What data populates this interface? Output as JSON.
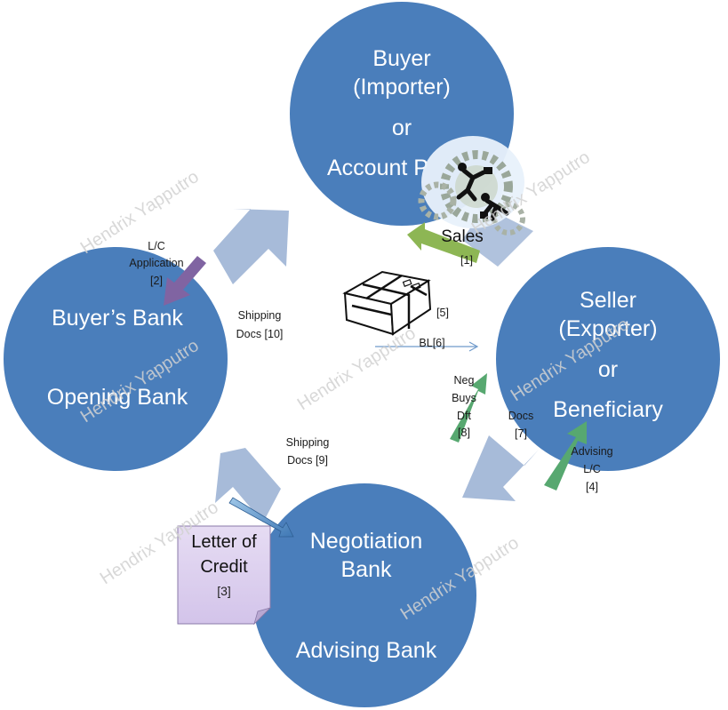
{
  "entities": {
    "buyer": {
      "line1": "Buyer",
      "line2": "(Importer)",
      "line3": "or",
      "line4": "Account P"
    },
    "seller": {
      "line1": "Seller",
      "line2": "(Exporter)",
      "line3": "or",
      "line4": "Beneficiary"
    },
    "buyers_bank": {
      "line1": "Buyer’s Bank",
      "line2": "Opening Bank"
    },
    "negotiation_bank": {
      "line1": "Negotiation",
      "line2": "Bank",
      "line3": "Advising Bank"
    }
  },
  "steps": {
    "sales": {
      "label": "Sales",
      "num": "[1]"
    },
    "lc_application": {
      "line1": "L/C",
      "line2": "Application",
      "num": "[2]"
    },
    "letter_of_credit": {
      "line1": "Letter of",
      "line2": "Credit",
      "num": "[3]"
    },
    "advising": {
      "line1": "Advising",
      "line2": "L/C",
      "num": "[4]"
    },
    "shipment": {
      "num": "[5]"
    },
    "bl": {
      "label": "BL[6]"
    },
    "docs": {
      "line1": "Docs",
      "num": "[7]"
    },
    "neg_buys": {
      "line1": "Neg",
      "line2": "Buys",
      "line3": "Dft",
      "num": "[8]"
    },
    "shipping_docs_9": {
      "line1": "Shipping",
      "line2": "Docs [9]"
    },
    "shipping_docs_10": {
      "line1": "Shipping",
      "line2": "Docs [10]"
    }
  },
  "watermark": "Hendrix Yapputro",
  "colors": {
    "circle": "#4a7ebb",
    "big_arrow": "#a7bbd9",
    "sales_arrow": "#8db654",
    "lc_app_arrow": "#8064a2",
    "green_arrow": "#57a870",
    "note": "#ddd0ee"
  },
  "icons": {
    "businessmen_gears": "businessmen-gears-icon",
    "package": "package-icon"
  }
}
